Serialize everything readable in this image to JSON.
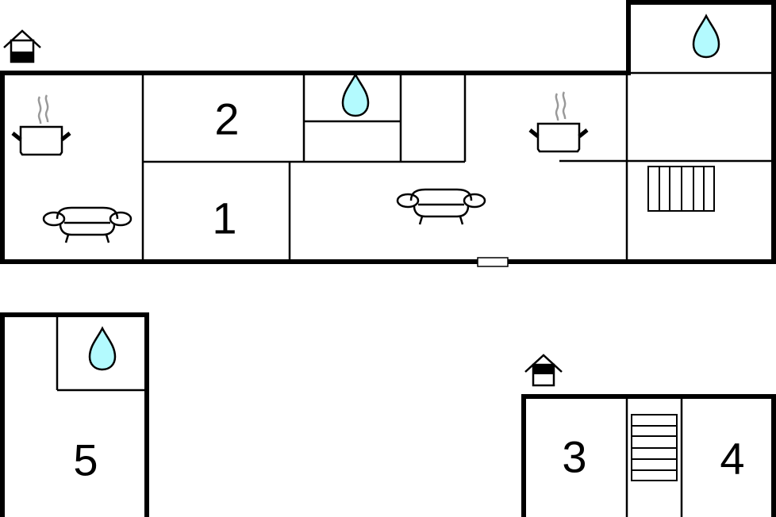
{
  "diagram": {
    "type": "floor-plan",
    "colors": {
      "background": "#ffffff",
      "walls": "#000000",
      "water": "#b3fafe",
      "steam": "#999999"
    },
    "buildings": [
      {
        "id": "main-building",
        "rooms": [
          {
            "label": "",
            "icons": [
              "kitchen-pot-icon",
              "sofa-icon"
            ]
          },
          {
            "label": "2",
            "icons": []
          },
          {
            "label": "1",
            "icons": []
          },
          {
            "label": "",
            "icons": [
              "bathroom-water-drop-icon"
            ]
          },
          {
            "label": "",
            "icons": [
              "kitchen-pot-icon",
              "sofa-icon"
            ]
          },
          {
            "label": "",
            "icons": [
              "bathroom-water-drop-icon"
            ]
          },
          {
            "label": "",
            "icons": [
              "stairs-icon"
            ]
          }
        ],
        "entrance_icon": "entrance-house-icon"
      },
      {
        "id": "annex-5",
        "rooms": [
          {
            "label": "5",
            "icons": [
              "bathroom-water-drop-icon"
            ]
          }
        ]
      },
      {
        "id": "annex-3-4",
        "rooms": [
          {
            "label": "3",
            "icons": []
          },
          {
            "label": "",
            "icons": [
              "stairs-icon"
            ]
          },
          {
            "label": "4",
            "icons": []
          }
        ],
        "entrance_icon": "entrance-house-icon"
      }
    ],
    "labels": {
      "room1": "1",
      "room2": "2",
      "room3": "3",
      "room4": "4",
      "room5": "5"
    }
  }
}
